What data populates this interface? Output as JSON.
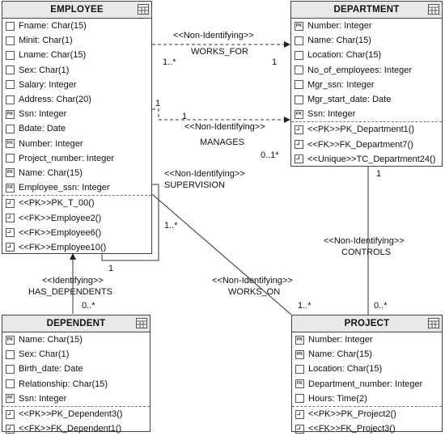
{
  "entities": {
    "employee": {
      "name": "EMPLOYEE",
      "attributes": [
        {
          "icon": "attribute-icon",
          "text": "Fname: Char(15)"
        },
        {
          "icon": "attribute-icon",
          "text": "Minit: Char(1)"
        },
        {
          "icon": "attribute-icon",
          "text": "Lname: Char(15)"
        },
        {
          "icon": "attribute-icon",
          "text": "Sex: Char(1)"
        },
        {
          "icon": "attribute-icon",
          "text": "Salary: Integer"
        },
        {
          "icon": "attribute-icon",
          "text": "Address: Char(20)"
        },
        {
          "icon": "pk-icon",
          "text": "Ssn: Integer"
        },
        {
          "icon": "attribute-icon",
          "text": "Bdate: Date"
        },
        {
          "icon": "fk-icon",
          "text": "Number: Integer"
        },
        {
          "icon": "attribute-icon",
          "text": "Project_number: Integer"
        },
        {
          "icon": "fk-icon",
          "text": "Name: Char(15)"
        },
        {
          "icon": "fk-icon",
          "text": "Employee_ssn: Integer"
        }
      ],
      "methods": [
        "<<PK>>PK_T_00()",
        "<<FK>>Employee2()",
        "<<FK>>Employee6()",
        "<<FK>>Employee10()"
      ]
    },
    "department": {
      "name": "DEPARTMENT",
      "attributes": [
        {
          "icon": "pk-icon",
          "text": "Number: Integer"
        },
        {
          "icon": "attribute-icon",
          "text": "Name: Char(15)"
        },
        {
          "icon": "attribute-icon",
          "text": "Location: Char(15)"
        },
        {
          "icon": "attribute-icon",
          "text": "No_of_employees: Integer"
        },
        {
          "icon": "attribute-icon",
          "text": "Mgr_ssn: Integer"
        },
        {
          "icon": "attribute-icon",
          "text": "Mgr_start_date: Date"
        },
        {
          "icon": "fk-icon",
          "text": "Ssn: Integer"
        }
      ],
      "methods": [
        "<<PK>>PK_Department1()",
        "<<FK>>FK_Department7()",
        "<<Unique>>TC_Department24()"
      ]
    },
    "dependent": {
      "name": "DEPENDENT",
      "attributes": [
        {
          "icon": "pk-icon",
          "text": "Name: Char(15)"
        },
        {
          "icon": "attribute-icon",
          "text": "Sex: Char(1)"
        },
        {
          "icon": "attribute-icon",
          "text": "Birth_date: Date"
        },
        {
          "icon": "attribute-icon",
          "text": "Relationship: Char(15)"
        },
        {
          "icon": "pfk-icon",
          "text": "Ssn: Integer"
        }
      ],
      "methods": [
        "<<PK>>PK_Dependent3()",
        "<<FK>>FK_Dependent1()"
      ]
    },
    "project": {
      "name": "PROJECT",
      "attributes": [
        {
          "icon": "pk-icon",
          "text": "Number: Integer"
        },
        {
          "icon": "pk-icon",
          "text": "Name: Char(15)"
        },
        {
          "icon": "attribute-icon",
          "text": "Location: Char(15)"
        },
        {
          "icon": "fk-icon",
          "text": "Department_number: Integer"
        },
        {
          "icon": "attribute-icon",
          "text": "Hours: Time(2)"
        }
      ],
      "methods": [
        "<<PK>>PK_Project2()",
        "<<FK>>FK_Project3()"
      ]
    }
  },
  "relationships": {
    "works_for": {
      "stereotype": "<<Non-Identifying>>",
      "name": "WORKS_FOR",
      "card_a": "1..*",
      "card_b": "1"
    },
    "manages": {
      "stereotype": "<<Non-Identifying>>",
      "name": "MANAGES",
      "card_a": "1",
      "card_b": "0..1*"
    },
    "supervision": {
      "stereotype": "<<Non-Identifying>>",
      "name": "SUPERVISION",
      "card_a": "1",
      "card_b": "1..*"
    },
    "controls": {
      "stereotype": "<<Non-Identifying>>",
      "name": "CONTROLS",
      "card_a": "1",
      "card_b": "0..*"
    },
    "works_on": {
      "stereotype": "<<Non-Identifying>>",
      "name": "WORKS_ON",
      "card_b": "1..*"
    },
    "has_dependents": {
      "stereotype": "<<Identifying>>",
      "name": "HAS_DEPENDENTS",
      "card_b": "0..*"
    }
  },
  "icon_labels": {
    "pk": "PK",
    "fk": "FK",
    "pfk": "PF"
  }
}
